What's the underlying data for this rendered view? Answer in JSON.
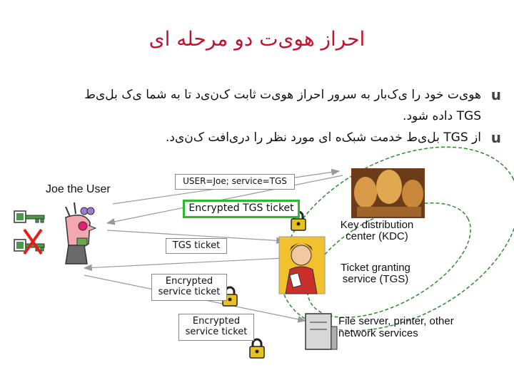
{
  "title": "احراز هوی‌ت دو مرحله ای",
  "bullets": [
    {
      "marker": "u",
      "line1": "هوی‌ت خود را ی‌ک‌بار به سرور احراز هوی‌ت ثابت ک‌ن‌ی‌د تا به شما ی‌ک بل‌ی‌ط",
      "line2": "TGS داده شود."
    },
    {
      "marker": "u",
      "line1": "از TGS بل‌ی‌ط خدمت شبک‌ه ای مورد نظر را دری‌افت ک‌ن‌ی‌د."
    }
  ],
  "user_label": "Joe the User",
  "messages": {
    "request": "USER=Joe; service=TGS",
    "encrypted_tgs": "Encrypted TGS ticket",
    "tgs_ticket": "TGS ticket",
    "encrypted_service_1": "Encrypted service ticket",
    "encrypted_service_2": "Encrypted service ticket"
  },
  "servers": {
    "kdc": "Key distribution center (KDC)",
    "tgs": "Ticket granting service (TGS)",
    "file_server": "File server, printer, other network services"
  },
  "colors": {
    "title": "#c8102e",
    "key": "#4a9a4a",
    "cross": "#e0201c",
    "highlight": "#2db82d",
    "lock": "#e8c020"
  }
}
